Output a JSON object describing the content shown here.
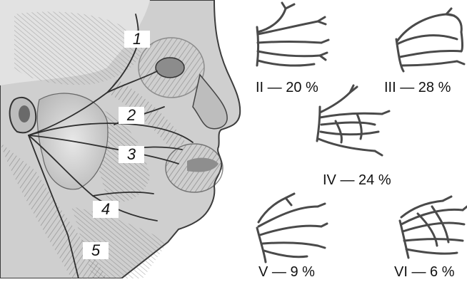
{
  "illustration": {
    "name": "facial-nerve-branches-on-head",
    "branch_labels": [
      "1",
      "2",
      "3",
      "4",
      "5"
    ]
  },
  "variants": [
    {
      "id": "II",
      "caption": "II — 20 %",
      "percent": 20
    },
    {
      "id": "III",
      "caption": "III — 28 %",
      "percent": 28
    },
    {
      "id": "IV",
      "caption": "IV — 24 %",
      "percent": 24
    },
    {
      "id": "V",
      "caption": "V — 9 %",
      "percent": 9
    },
    {
      "id": "VI",
      "caption": "VI — 6 %",
      "percent": 6
    }
  ],
  "colors": {
    "ink": "#4a4a4a",
    "skin": "#d7d7d7",
    "muscle": "#9a9a9a",
    "paper": "#ffffff"
  }
}
